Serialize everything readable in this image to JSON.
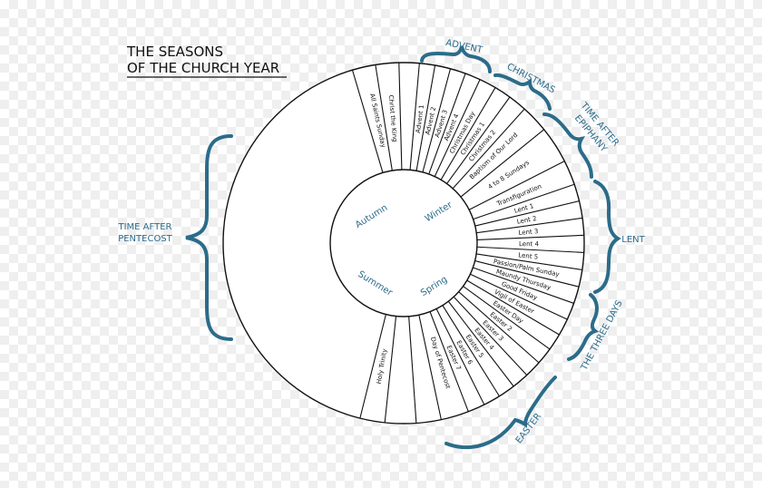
{
  "title": {
    "line1": "THE SEASONS",
    "line2": "OF THE CHURCH YEAR"
  },
  "colors": {
    "accent": "#2b6c8a",
    "ink": "#111111",
    "ring": "#ffffff"
  },
  "inner_seasons": {
    "autumn": "Autumn",
    "winter": "Winter",
    "summer": "Summer",
    "spring": "Spring"
  },
  "segments": {
    "all_saints": "All Saints Sunday",
    "christ_king": "Christ the King",
    "advent_1": "Advent 1",
    "advent_2": "Advent 2",
    "advent_3": "Advent 3",
    "advent_4": "Advent 4",
    "christmas_day": "Christmas Day",
    "christmas_1": "Christmas 1",
    "christmas_2": "Christmas 2",
    "baptism": "Baptism of Our Lord",
    "sundays_4_8": "4 to 8 Sundays",
    "transfiguration": "Transfiguration",
    "lent_1": "Lent 1",
    "lent_2": "Lent 2",
    "lent_3": "Lent 3",
    "lent_4": "Lent 4",
    "lent_5": "Lent 5",
    "passion": "Passion/Palm Sunday",
    "maundy": "Maundy Thursday",
    "good_friday": "Good Friday",
    "vigil": "Vigil of Easter",
    "easter_day": "Easter Day",
    "easter_2": "Easter 2",
    "easter_3": "Easter 3",
    "easter_4": "Easter 4",
    "easter_5": "Easter 5",
    "easter_6": "Easter 6",
    "easter_7": "Easter 7",
    "pentecost": "Day of Pentecost",
    "holy_trinity": "Holy Trinity"
  },
  "groups": {
    "advent": "ADVENT",
    "christmas": "CHRISTMAS",
    "epiphany_1": "TIME AFTER",
    "epiphany_2": "EPIPHANY",
    "lent": "LENT",
    "three_days": "THE THREE DAYS",
    "easter": "EASTER",
    "pentecost_1": "TIME AFTER",
    "pentecost_2": "PENTECOST"
  }
}
